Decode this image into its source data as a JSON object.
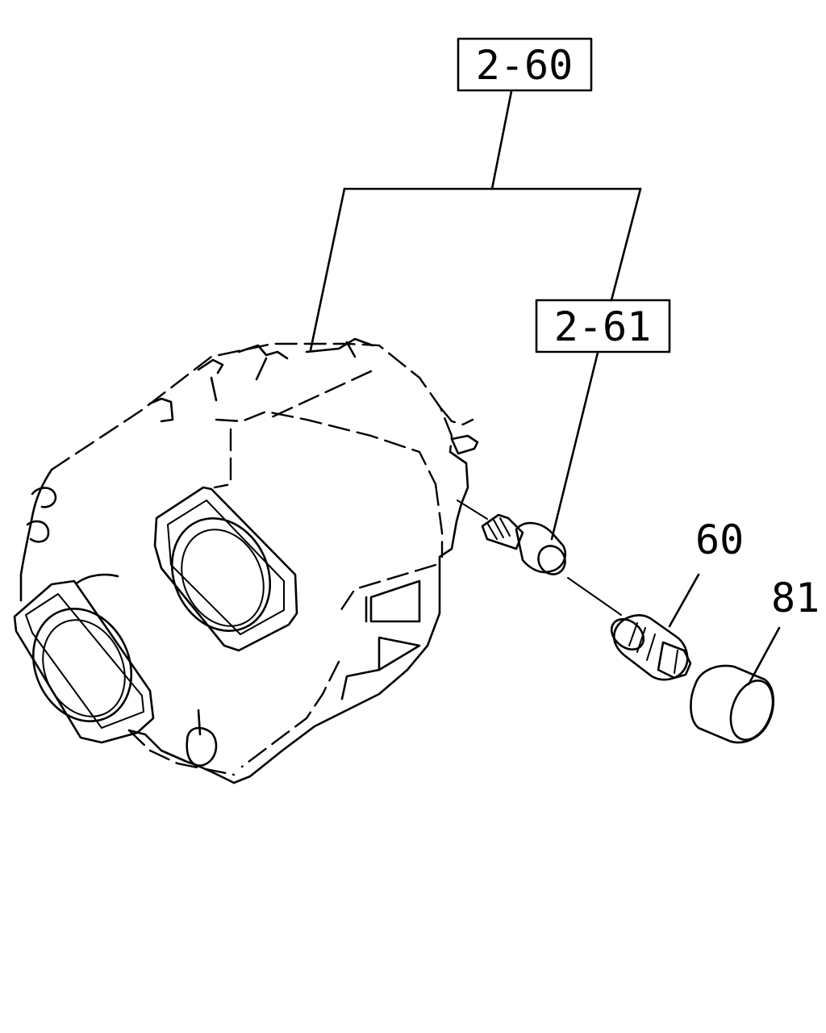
{
  "labels": {
    "assembly_ref": "2-60",
    "subassembly_ref": "2-61",
    "sensor_part": "60",
    "cap_part": "81"
  }
}
